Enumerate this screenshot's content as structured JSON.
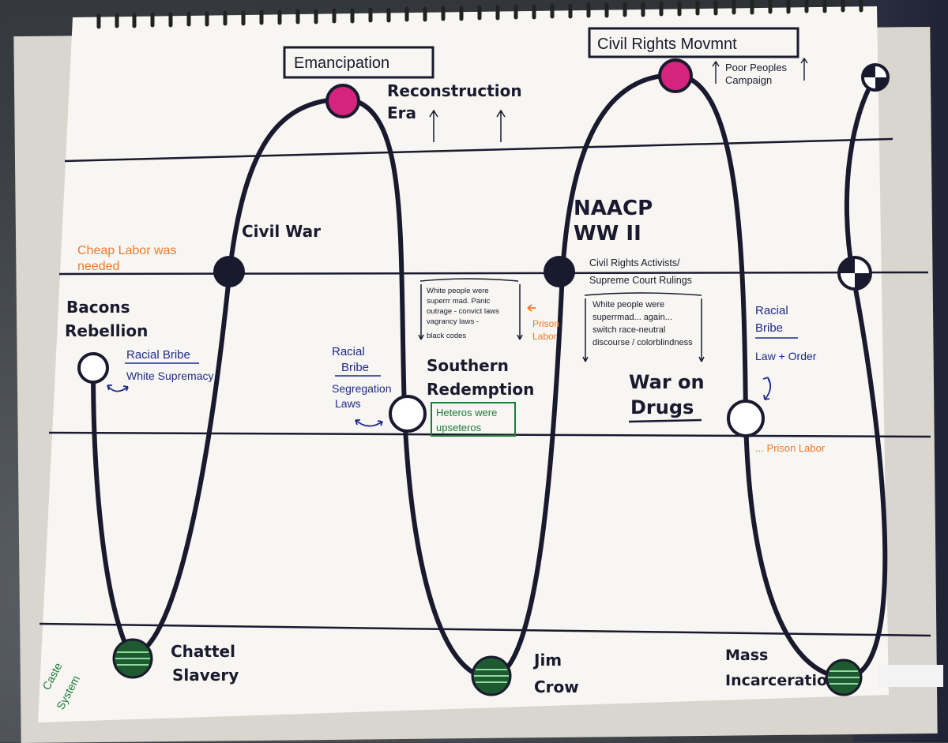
{
  "colors": {
    "ink": "#1a1a2e",
    "magenta": "#d6237d",
    "orange": "#f07a2a",
    "blue": "#1f2a8c",
    "green": "#1e7a3a",
    "paper": "#f7f6f2"
  },
  "labels": {
    "emancipation": "Emancipation",
    "civil_rights": "Civil Rights Movmnt",
    "poor_peoples": "Poor Peoples",
    "campaign": "Campaign",
    "reconstruction_1": "Reconstruction",
    "reconstruction_2": "Era",
    "civil_war": "Civil War",
    "cheap_labor_1": "Cheap Labor was",
    "cheap_labor_2": "needed",
    "bacons_1": "Bacons",
    "bacons_2": "Rebellion",
    "racial_bribe_1": "Racial Bribe",
    "white_supremacy": "White Supremacy",
    "naacp": "NAACP",
    "ww2": "WW II",
    "civil_rights_activists": "Civil Rights Activists/",
    "supreme_court": "Supreme Court Rulings",
    "box1_lines": [
      "White people were",
      "superrr mad. Panic",
      "outrage - convict laws",
      "vagrancy laws -",
      "black codes"
    ],
    "prison_labor_1": "Prison",
    "prison_labor_2": "Labor",
    "box2_lines": [
      "White people were",
      "superrmad... again...",
      "switch race-neutral",
      "discourse / colorblindness"
    ],
    "racial_bribe_2a": "Racial",
    "racial_bribe_2b": "Bribe",
    "segregation_1": "Segregation",
    "segregation_2": "Laws",
    "southern_1": "Southern",
    "southern_2": "Redemption",
    "heteros_1": "Heteros were",
    "heteros_2": "upseteros",
    "war_on_drugs_1": "War on",
    "war_on_drugs_2": "Drugs",
    "racial_bribe_3a": "Racial",
    "racial_bribe_3b": "Bribe",
    "law_order": "Law + Order",
    "prison_labor_3": "... Prison Labor",
    "caste_1": "Caste",
    "caste_2": "System",
    "chattel_1": "Chattel",
    "chattel_2": "Slavery",
    "jim_1": "Jim",
    "jim_2": "Crow",
    "mass_1": "Mass",
    "mass_2": "Incarceratio"
  }
}
